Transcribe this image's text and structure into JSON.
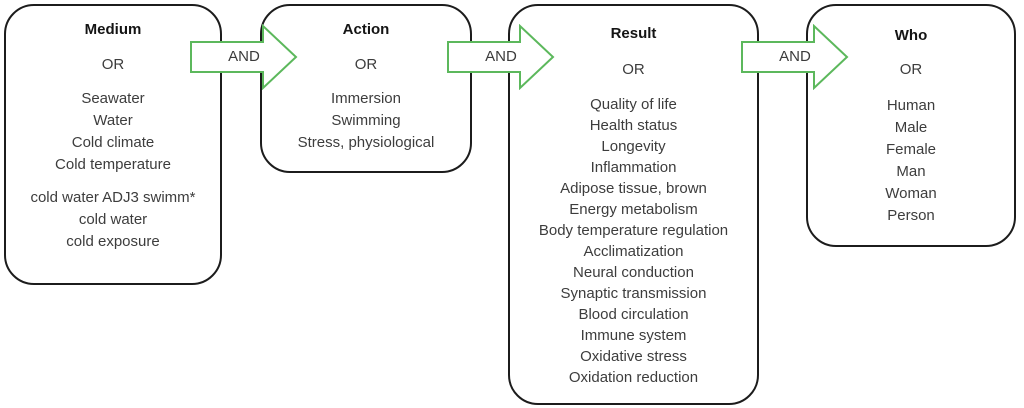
{
  "diagram": {
    "or_label": "OR",
    "colors": {
      "accent_green": "#5cb85c",
      "outline_black": "#1c1c1c",
      "text_gray": "#3d3d3d"
    },
    "connectors": [
      "AND",
      "AND",
      "AND"
    ],
    "boxes": [
      {
        "title": "Medium",
        "groups": [
          [
            "Seawater",
            "Water",
            "Cold climate",
            "Cold temperature"
          ],
          [
            "cold water ADJ3 swimm*",
            "cold water",
            "cold exposure"
          ]
        ]
      },
      {
        "title": "Action",
        "groups": [
          [
            "Immersion",
            "Swimming",
            "Stress, physiological"
          ]
        ]
      },
      {
        "title": "Result",
        "groups": [
          [
            "Quality of life",
            "Health status",
            "Longevity",
            "Inflammation",
            "Adipose tissue, brown",
            "Energy metabolism",
            "Body temperature regulation",
            "Acclimatization",
            "Neural conduction",
            "Synaptic transmission",
            "Blood circulation",
            "Immune system",
            "Oxidative stress",
            "Oxidation reduction"
          ]
        ]
      },
      {
        "title": "Who",
        "groups": [
          [
            "Human",
            "Male",
            "Female",
            "Man",
            "Woman",
            "Person"
          ]
        ]
      }
    ]
  }
}
